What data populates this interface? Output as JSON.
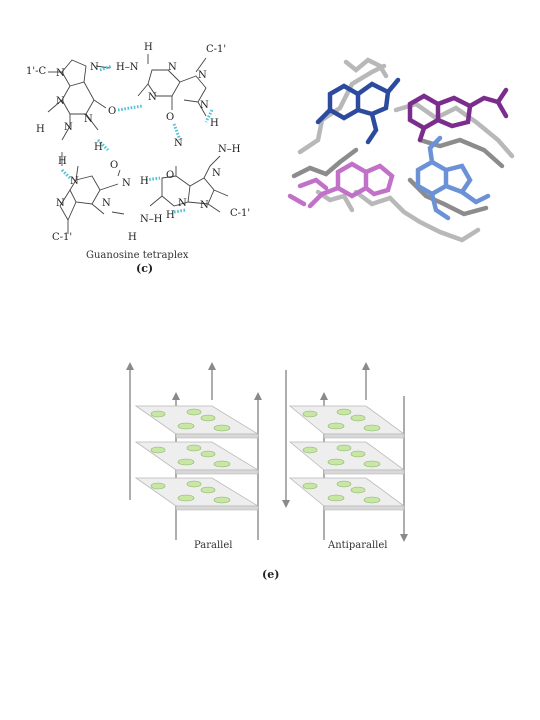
{
  "panel_c": {
    "caption": "Guanosine tetraplex",
    "letter": "(c)",
    "atoms": {
      "n": "N",
      "h": "H",
      "o": "O",
      "c1_left": "1'-C",
      "c1_right": "C-1'",
      "h_n": "H–N",
      "n_h": "N–H",
      "h_lone": "H"
    }
  },
  "panel_e": {
    "letter": "(e)",
    "parallel_label": "Parallel",
    "antiparallel_label": "Antiparallel"
  },
  "colors": {
    "hbond": "#4fc3d6",
    "base_fill": "#c8e6a4",
    "strand_navy": "#2c4a9e",
    "strand_blue": "#6b92d6",
    "strand_purple": "#7a2d8c",
    "strand_pink": "#c271c8",
    "rail": "#8a8a8a"
  }
}
